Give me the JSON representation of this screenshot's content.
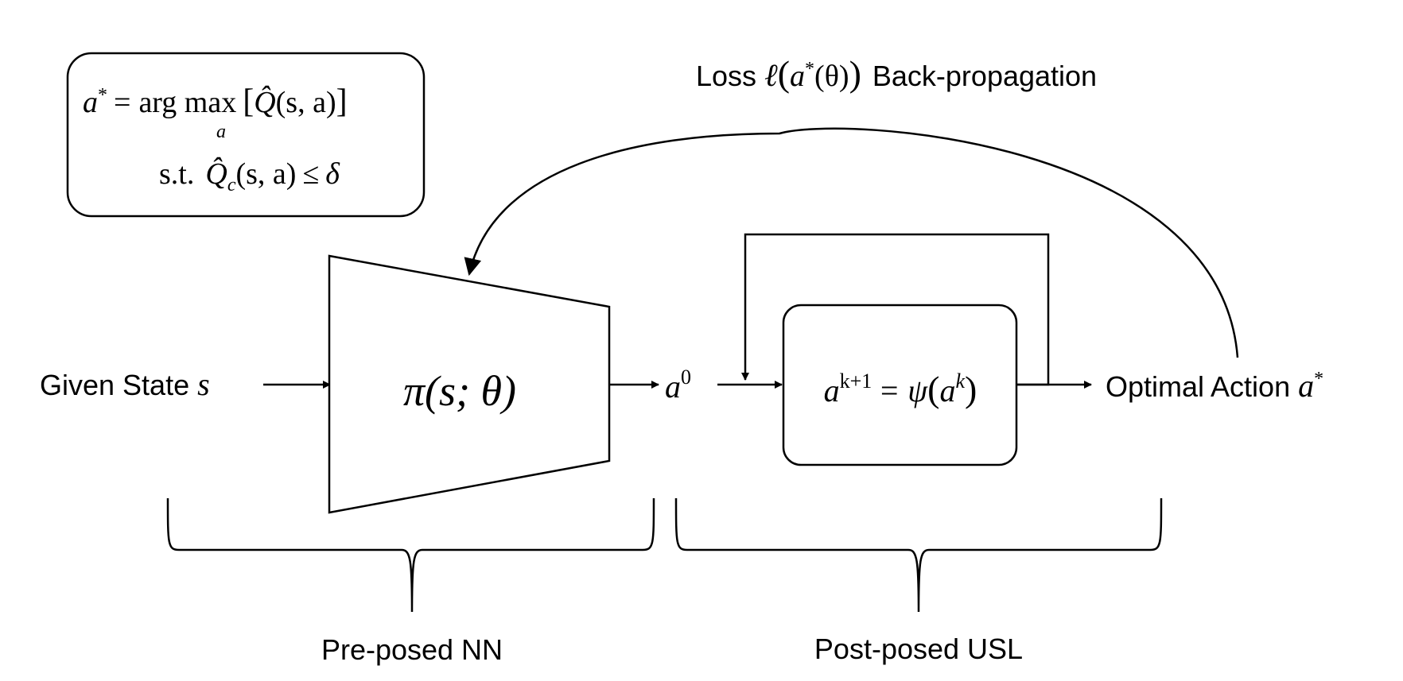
{
  "formula_box": {
    "line1": {
      "lhs_var": "a",
      "lhs_sup": "*",
      "equals": "=",
      "op": "arg max",
      "op_sub": "a",
      "bracket_open": "[",
      "q_hat": "Q̂",
      "args": "(s, a)",
      "bracket_close": "]"
    },
    "line2": {
      "st": "s.t.",
      "q_hat": "Q̂",
      "q_sub": "c",
      "args": "(s, a)",
      "leq": "≤",
      "delta": "δ"
    }
  },
  "loss_label": {
    "prefix": "Loss",
    "ell": "ℓ",
    "open": "(",
    "a": "a",
    "sup": "*",
    "theta": "(θ)",
    "close": ")",
    "suffix": "Back-propagation"
  },
  "given_state": {
    "text": "Given State",
    "var": "s"
  },
  "policy_network": {
    "label": "π(s; θ)"
  },
  "a0_label": {
    "var": "a",
    "sup": "0"
  },
  "update_box": {
    "lhs_var": "a",
    "lhs_sup": "k+1",
    "equals": "= ψ",
    "open": "(",
    "arg_var": "a",
    "arg_sup": "k",
    "close": ")"
  },
  "optimal_action": {
    "text": "Optimal Action",
    "var": "a",
    "sup": "*"
  },
  "brace_labels": {
    "left": "Pre-posed NN",
    "right": "Post-posed USL"
  }
}
